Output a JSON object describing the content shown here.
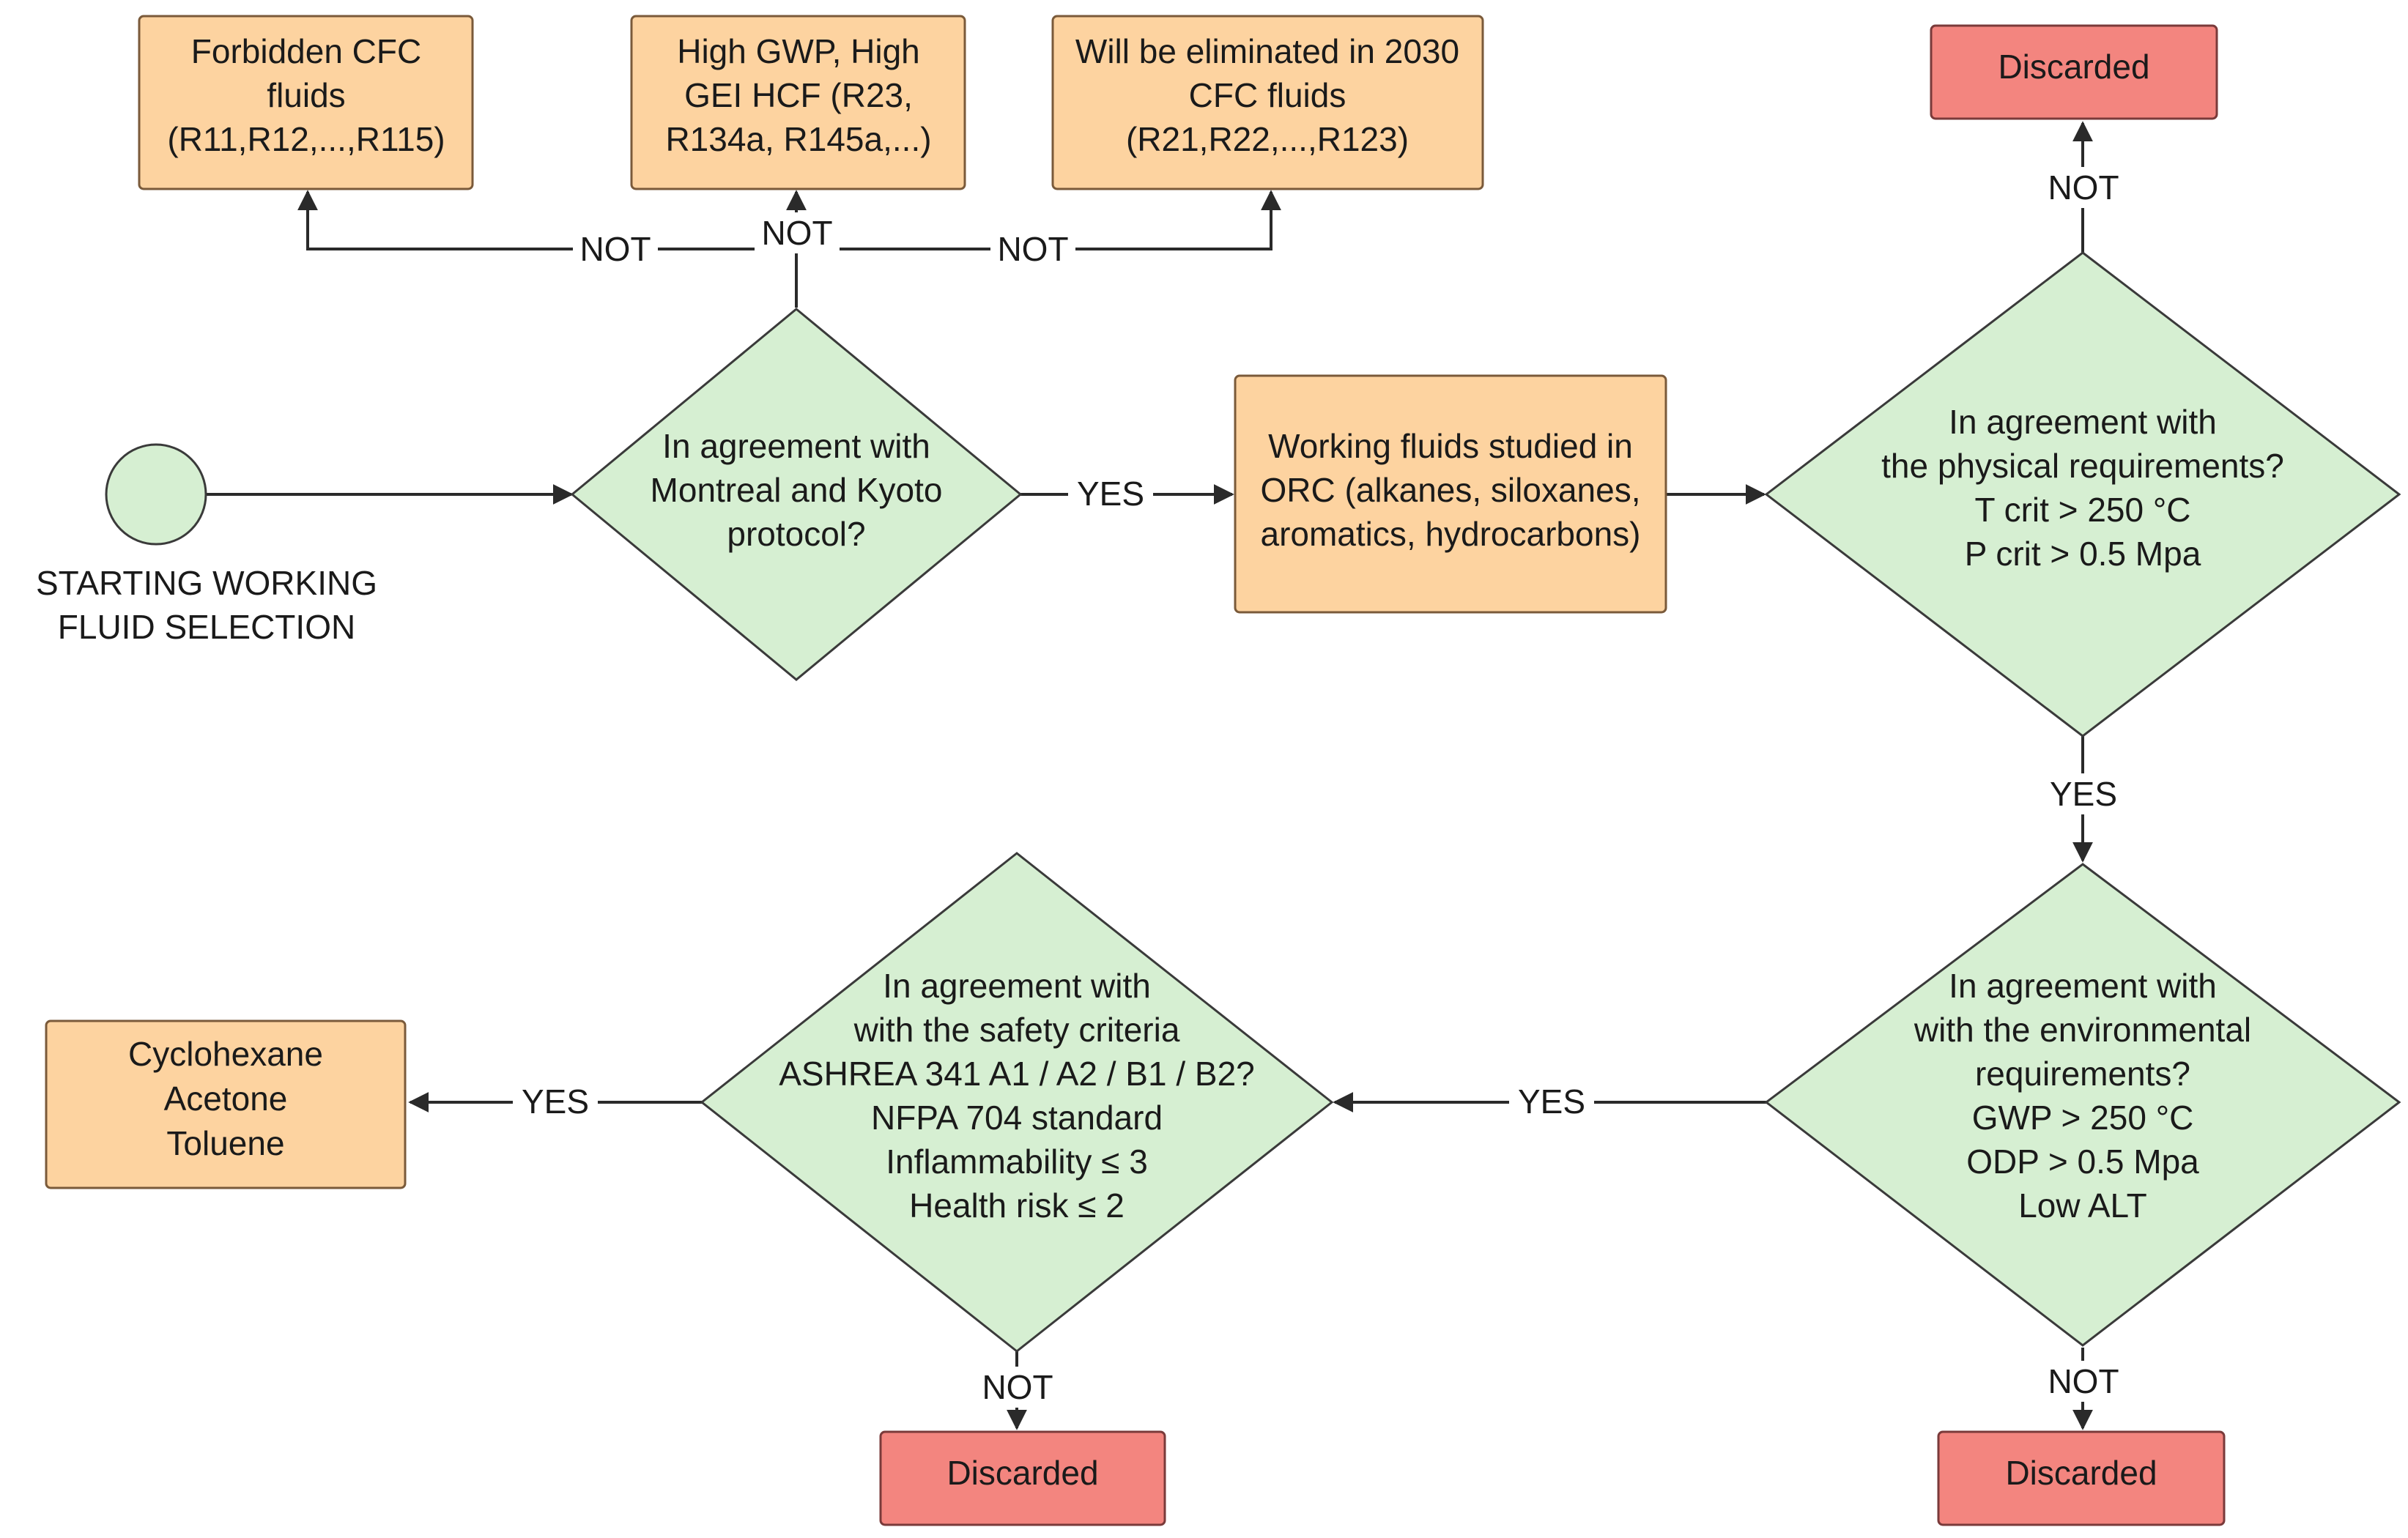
{
  "colors": {
    "orange_fill": "#FDD3A0",
    "orange_stroke": "#7a5a3a",
    "green_fill": "#D6EFD2",
    "green_stroke": "#3a3a3a",
    "red_fill": "#F3857F",
    "red_stroke": "#7a3a3a",
    "line": "#2a2a2a"
  },
  "start": {
    "caption": [
      "STARTING WORKING",
      "FLUID SELECTION"
    ]
  },
  "boxes": {
    "cfc_forbidden": [
      "Forbidden CFC",
      "fluids",
      "(R11,R12,...,R115)"
    ],
    "high_gwp": [
      "High GWP, High",
      "GEI  HCF (R23,",
      "R134a, R145a,...)"
    ],
    "eliminated_2030": [
      "Will be eliminated in 2030",
      "CFC fluids",
      "(R21,R22,...,R123)"
    ],
    "orc_fluids": [
      "Working fluids studied in",
      "ORC (alkanes, siloxanes,",
      "aromatics, hydrocarbons)"
    ],
    "result": [
      "Cyclohexane",
      "Acetone",
      "Toluene"
    ],
    "discarded_top": [
      "Discarded"
    ],
    "discarded_bottom_mid": [
      "Discarded"
    ],
    "discarded_bottom_right": [
      "Discarded"
    ]
  },
  "decisions": {
    "protocol": [
      "In agreement with",
      "Montreal and Kyoto",
      "protocol?"
    ],
    "physical": [
      "In agreement with",
      "the physical requirements?",
      "T crit > 250 °C",
      "P crit > 0.5  Mpa"
    ],
    "environmental": [
      "In agreement with",
      "with the environmental",
      "requirements?",
      "GWP > 250 °C",
      "ODP > 0.5  Mpa",
      "Low ALT"
    ],
    "safety": [
      "In agreement with",
      "with the safety criteria",
      "ASHREA 341 A1 / A2 / B1 / B2?",
      "NFPA 704 standard",
      "Inflammability ≤ 3",
      "Health risk ≤ 2"
    ]
  },
  "labels": {
    "not_left": "NOT",
    "not_center": "NOT",
    "not_right": "NOT",
    "yes_protocol": "YES",
    "not_physical": "NOT",
    "yes_physical": "YES",
    "yes_environmental": "YES",
    "not_environmental": "NOT",
    "yes_safety": "YES",
    "not_safety": "NOT"
  }
}
